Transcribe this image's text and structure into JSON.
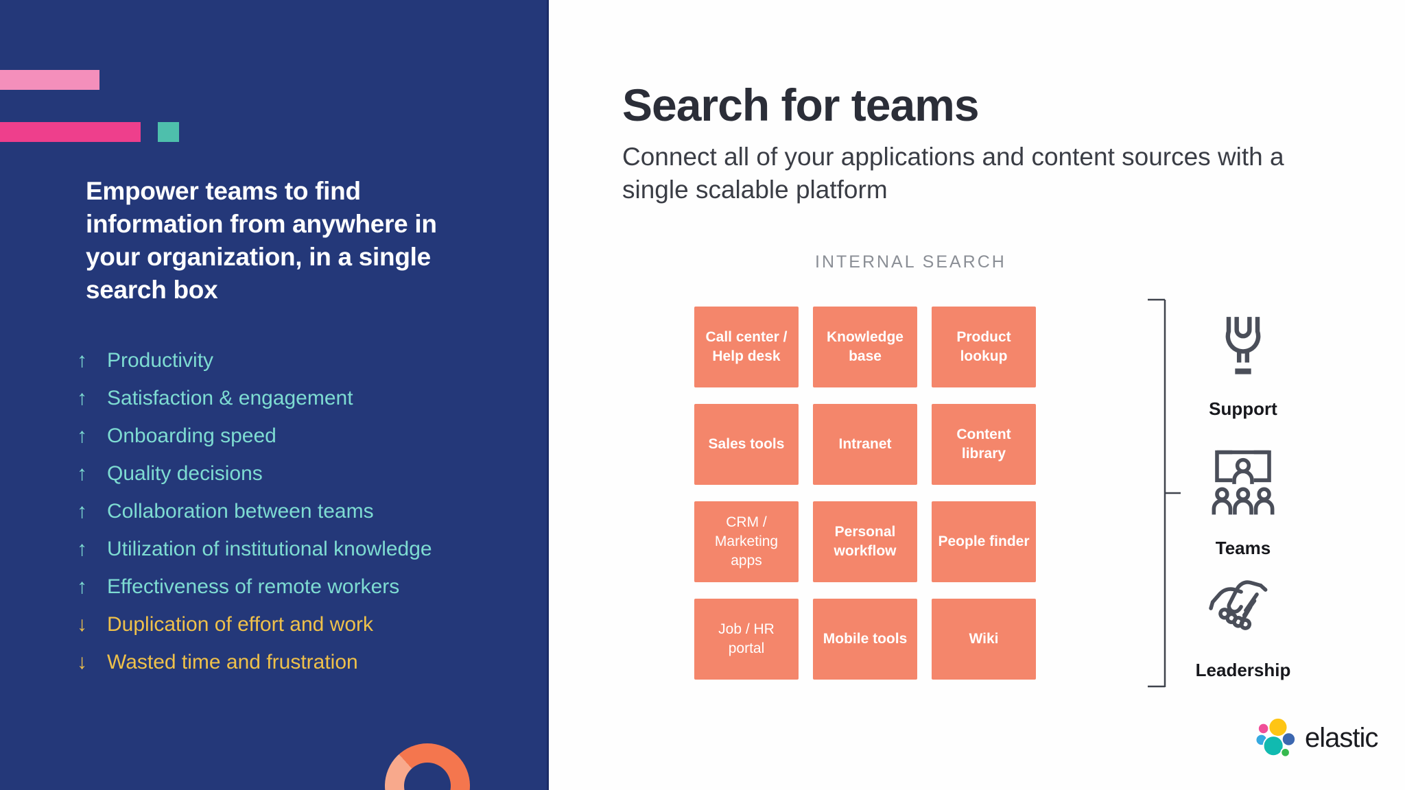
{
  "left_panel": {
    "bg_color": "#243879",
    "decor_colors": {
      "bar_light_pink": "#F48FBB",
      "bar_magenta": "#EE3F8C",
      "square_teal": "#4EBFAC",
      "donut_orange": "#F4764E",
      "donut_light_orange": "#F8A98C"
    },
    "heading": "Empower teams to find information from anywhere in your organization, in a single search box",
    "up_color": "#7EDCD2",
    "down_color": "#EFC14A",
    "benefits": [
      {
        "direction": "up",
        "arrow": "↑",
        "label": "Productivity"
      },
      {
        "direction": "up",
        "arrow": "↑",
        "label": "Satisfaction & engagement"
      },
      {
        "direction": "up",
        "arrow": "↑",
        "label": "Onboarding speed"
      },
      {
        "direction": "up",
        "arrow": "↑",
        "label": "Quality decisions"
      },
      {
        "direction": "up",
        "arrow": "↑",
        "label": "Collaboration between teams"
      },
      {
        "direction": "up",
        "arrow": "↑",
        "label": "Utilization of institutional knowledge"
      },
      {
        "direction": "up",
        "arrow": "↑",
        "label": "Effectiveness of remote workers"
      },
      {
        "direction": "down",
        "arrow": "↓",
        "label": "Duplication of effort and work"
      },
      {
        "direction": "down",
        "arrow": "↓",
        "label": "Wasted time and frustration"
      }
    ]
  },
  "main": {
    "title": "Search for teams",
    "subtitle": "Connect all of your applications and content sources with a single scalable platform",
    "diagram": {
      "label": "INTERNAL SEARCH",
      "tile_color": "#F4866B",
      "tiles": [
        {
          "label": "Call center / Help desk",
          "weight": "bold"
        },
        {
          "label": "Knowledge base",
          "weight": "bold"
        },
        {
          "label": "Product lookup",
          "weight": "medium"
        },
        {
          "label": "Sales tools",
          "weight": "bold"
        },
        {
          "label": "Intranet",
          "weight": "bold"
        },
        {
          "label": "Content library",
          "weight": "bold"
        },
        {
          "label": "CRM / Marketing apps",
          "weight": "regular"
        },
        {
          "label": "Personal workflow",
          "weight": "bold"
        },
        {
          "label": "People finder",
          "weight": "bold"
        },
        {
          "label": "Job / HR portal",
          "weight": "regular"
        },
        {
          "label": "Mobile tools",
          "weight": "bold"
        },
        {
          "label": "Wiki",
          "weight": "bold"
        }
      ],
      "audiences": [
        {
          "label": "Support",
          "icon": "wrench-icon"
        },
        {
          "label": "Teams",
          "icon": "presentation-people-icon"
        },
        {
          "label": "Leadership",
          "icon": "handshake-icon"
        }
      ],
      "icon_color": "#4A4E59"
    },
    "logo": {
      "text": "elastic",
      "colors": {
        "yellow": "#FEC514",
        "pink": "#F04E98",
        "light_blue": "#35A9E0",
        "teal": "#11BAB0",
        "blue": "#3C67B0",
        "green": "#36B94E"
      }
    }
  }
}
